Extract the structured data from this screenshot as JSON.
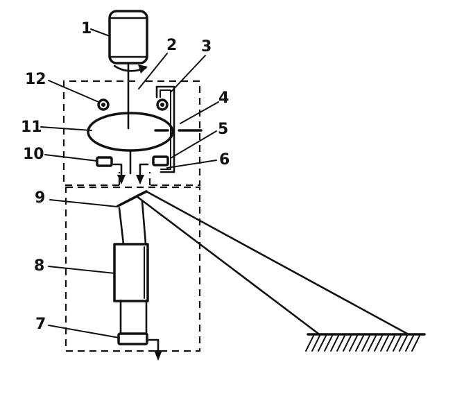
{
  "labels": {
    "l1": "1",
    "l2": "2",
    "l3": "3",
    "l4": "4",
    "l5": "5",
    "l6": "6",
    "l7": "7",
    "l8": "8",
    "l9": "9",
    "l10": "10",
    "l11": "11",
    "l12": "12"
  },
  "colors": {
    "ink": "#111111",
    "background": "#ffffff"
  }
}
